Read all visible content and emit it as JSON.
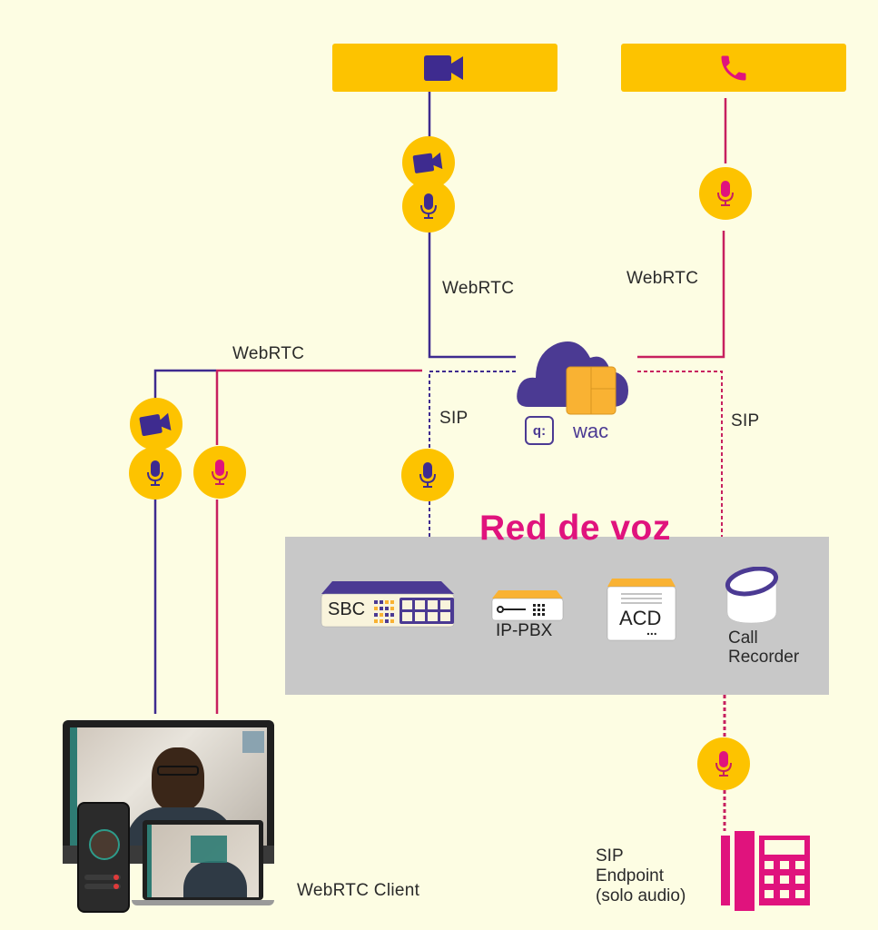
{
  "colors": {
    "background": "#fdfde3",
    "yellow": "#fdc300",
    "purple": "#3e2b8f",
    "magenta": "#e0137d",
    "grey_panel": "#c8c8c8",
    "orange": "#f9b233"
  },
  "top_endpoints": [
    {
      "name": "video-endpoint",
      "icon": "video-camera-icon"
    },
    {
      "name": "phone-endpoint",
      "icon": "phone-icon"
    }
  ],
  "connections": {
    "webrtc_video_top": "WebRTC",
    "webrtc_audio_top": "WebRTC",
    "webrtc_left": "WebRTC",
    "sip_left": "SIP",
    "sip_right": "SIP"
  },
  "cloud": {
    "logo_glyph": "q:",
    "name": "wac"
  },
  "voice_network": {
    "title": "Red de voz",
    "devices": [
      {
        "id": "sbc",
        "label": "SBC"
      },
      {
        "id": "ip-pbx",
        "label": "IP-PBX"
      },
      {
        "id": "acd",
        "label": "ACD",
        "ellipsis": "..."
      },
      {
        "id": "call-recorder",
        "label_line1": "Call",
        "label_line2": "Recorder"
      }
    ]
  },
  "clients": {
    "webrtc_client": "WebRTC Client",
    "sip_endpoint": {
      "line1": "SIP",
      "line2": "Endpoint",
      "line3": "(solo audio)"
    }
  }
}
